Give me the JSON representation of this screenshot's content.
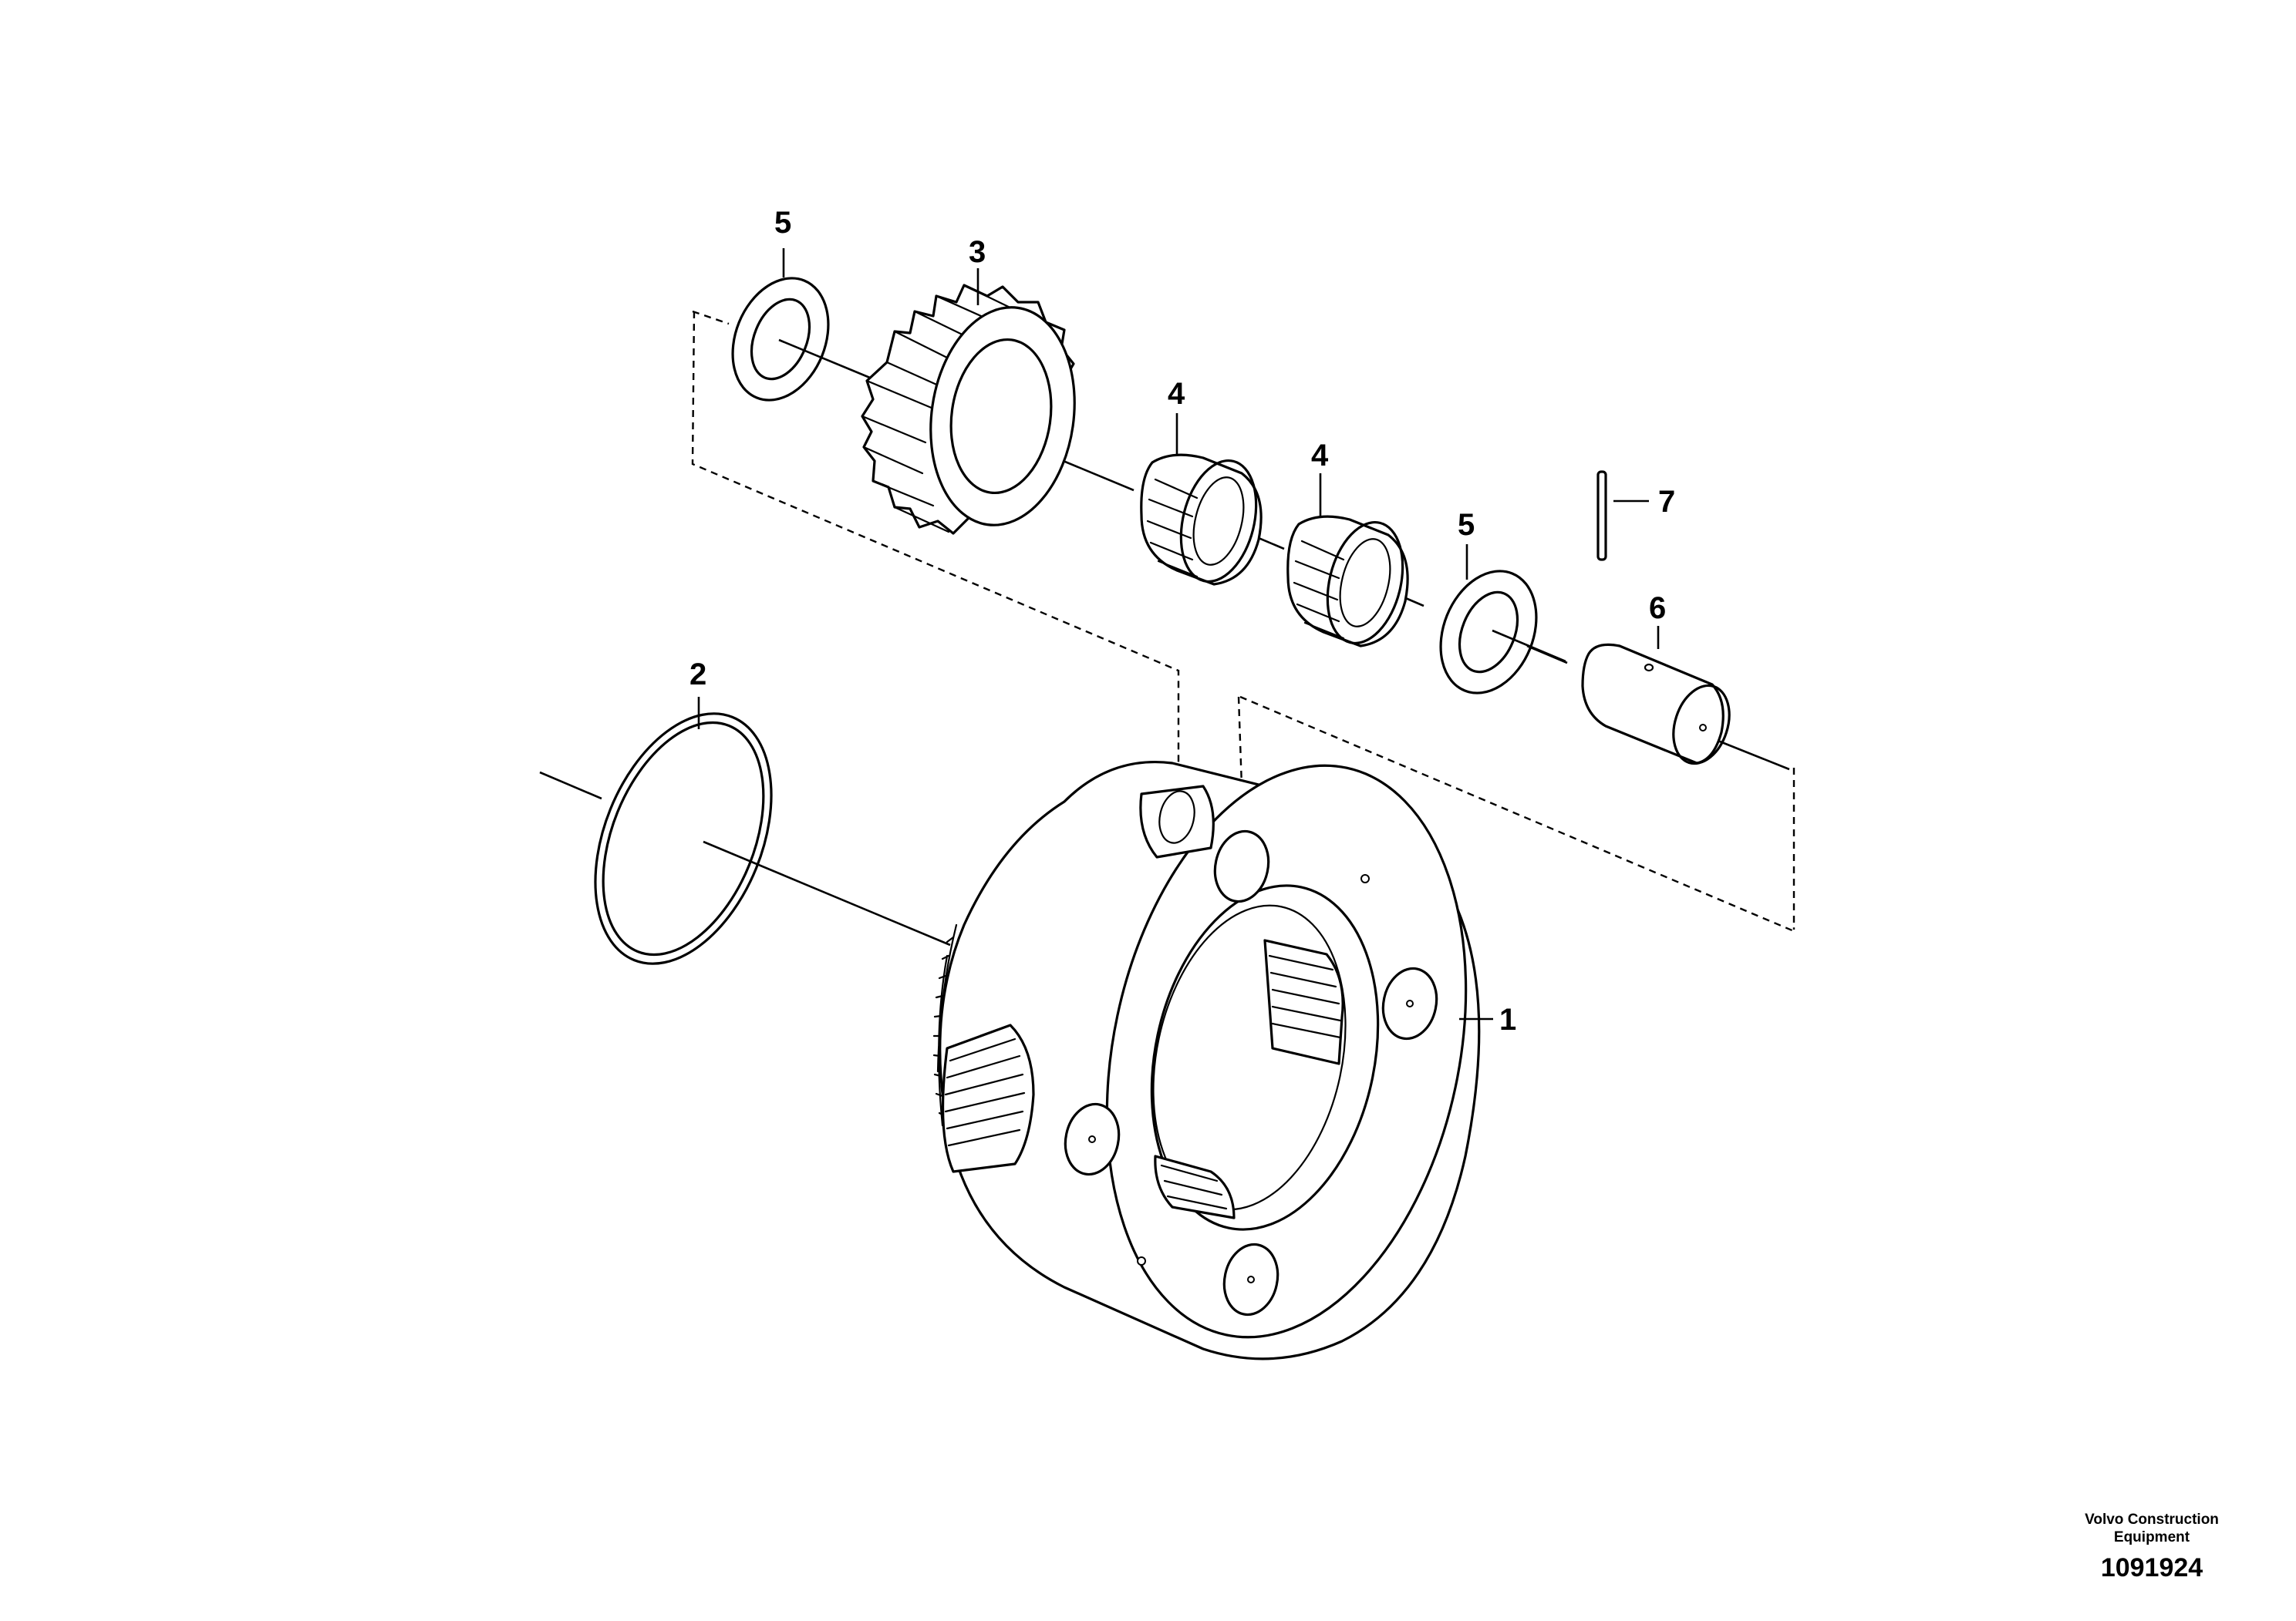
{
  "callouts": [
    {
      "id": "5a",
      "label": "5"
    },
    {
      "id": "3",
      "label": "3"
    },
    {
      "id": "4a",
      "label": "4"
    },
    {
      "id": "4b",
      "label": "4"
    },
    {
      "id": "5b",
      "label": "5"
    },
    {
      "id": "7",
      "label": "7"
    },
    {
      "id": "6",
      "label": "6"
    },
    {
      "id": "2",
      "label": "2"
    },
    {
      "id": "1",
      "label": "1"
    }
  ],
  "footer": {
    "brand_line1": "Volvo Construction",
    "brand_line2": "Equipment",
    "document_number": "1091924"
  }
}
